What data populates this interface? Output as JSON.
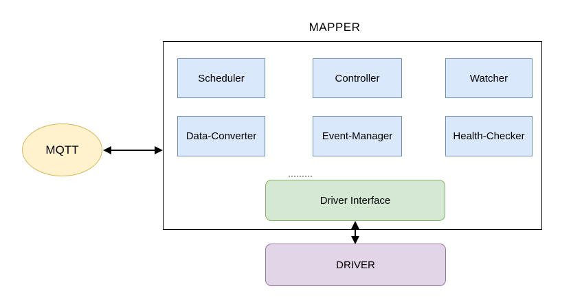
{
  "diagram": {
    "title": "MAPPER",
    "mqtt_label": "MQTT",
    "driver_label": "DRIVER",
    "driver_interface_label": "Driver Interface",
    "components": {
      "row1": [
        "Scheduler",
        "Controller",
        "Watcher"
      ],
      "row2": [
        "Data-Converter",
        "Event-Manager",
        "Health-Checker"
      ]
    },
    "colors": {
      "component_fill": "#dae8fc",
      "component_border": "#6c8ebf",
      "interface_fill": "#d5e8d4",
      "interface_border": "#82b366",
      "driver_fill": "#e1d5e7",
      "driver_border": "#9673a6",
      "mqtt_fill": "#fff2cc",
      "mqtt_border": "#d6b656",
      "container_border": "#000000",
      "arrow_color": "#000000"
    },
    "connections": [
      {
        "from": "MQTT",
        "to": "MAPPER",
        "style": "bidirectional"
      },
      {
        "from": "Driver Interface",
        "to": "DRIVER",
        "style": "bidirectional"
      }
    ]
  }
}
